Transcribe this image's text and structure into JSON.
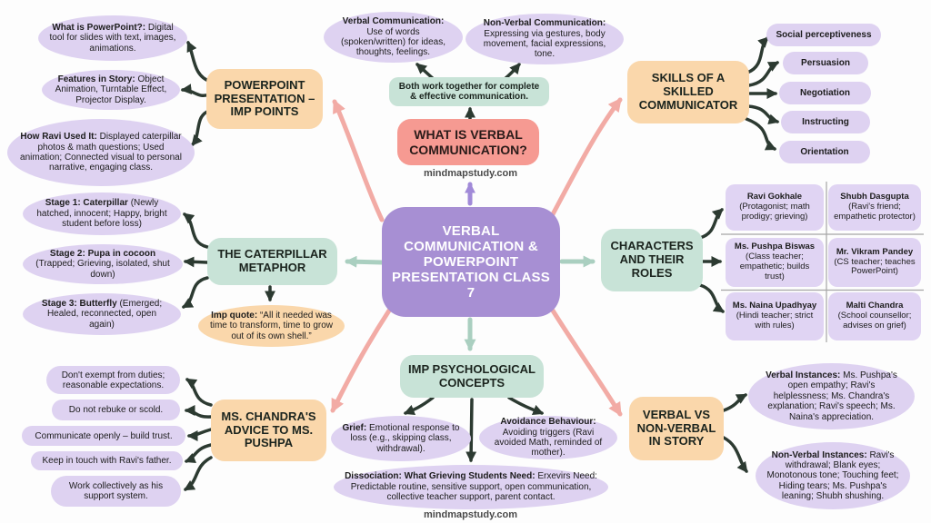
{
  "site": {
    "top": "mindmapstudy.com",
    "bottom": "mindmapstudy.com"
  },
  "center": {
    "title": "VERBAL COMMUNICATION & POWERPOINT PRESENTATION CLASS 7"
  },
  "top_center": {
    "header": "WHAT IS VERBAL COMMUNICATION?",
    "note": "Both work together for complete & effective communication.",
    "verbal": {
      "title": "Verbal Communication:",
      "body": "Use of words (spoken/written) for ideas, thoughts, feelings."
    },
    "nonverbal": {
      "title": "Non-Verbal Communication:",
      "body": "Expressing via gestures, body movement, facial expressions, tone."
    }
  },
  "powerpoint": {
    "header": "POWERPOINT PRESENTATION – IMP POINTS",
    "items": [
      {
        "title": "What is PowerPoint?:",
        "body": "Digital tool for slides with text, images, animations."
      },
      {
        "title": "Features in Story:",
        "body": "Object Animation, Turntable Effect, Projector Display."
      },
      {
        "title": "How Ravi Used It:",
        "body": "Displayed caterpillar photos & math questions; Used animation; Connected visual to personal narrative, engaging class."
      }
    ]
  },
  "skills": {
    "header": "SKILLS OF A SKILLED COMMUNICATOR",
    "items": [
      "Social perceptiveness",
      "Persuasion",
      "Negotiation",
      "Instructing",
      "Orientation"
    ]
  },
  "caterpillar": {
    "header": "THE CATERPILLAR METAPHOR",
    "items": [
      {
        "title": "Stage 1: Caterpillar",
        "body": "(Newly hatched, innocent; Happy, bright student before loss)"
      },
      {
        "title": "Stage 2: Pupa in cocoon",
        "body": "(Trapped; Grieving, isolated, shut down)"
      },
      {
        "title": "Stage 3: Butterfly",
        "body": "(Emerged; Healed, reconnected, open again)"
      }
    ],
    "quote": {
      "title": "Imp quote:",
      "body": "“All it needed was time to transform, time to grow out of its own shell.”"
    }
  },
  "characters": {
    "header": "CHARACTERS AND THEIR ROLES",
    "cells": [
      {
        "name": "Ravi Gokhale",
        "role": "(Protagonist; math prodigy; grieving)"
      },
      {
        "name": "Shubh Dasgupta",
        "role": "(Ravi's friend; empathetic protector)"
      },
      {
        "name": "Ms. Pushpa Biswas",
        "role": "(Class teacher; empathetic; builds trust)"
      },
      {
        "name": "Mr. Vikram Pandey",
        "role": "(CS teacher; teaches PowerPoint)"
      },
      {
        "name": "Ms. Naina Upadhyay",
        "role": "(Hindi teacher; strict with rules)"
      },
      {
        "name": "Malti Chandra",
        "role": "(School counsellor; advises on grief)"
      }
    ]
  },
  "advice": {
    "header": "MS. CHANDRA'S ADVICE TO MS. PUSHPA",
    "items": [
      "Don't exempt from duties; reasonable expectations.",
      "Do not rebuke or scold.",
      "Communicate openly – build trust.",
      "Keep in touch with Ravi's father.",
      "Work collectively as his support system."
    ]
  },
  "psych": {
    "header": "IMP PSYCHOLOGICAL CONCEPTS",
    "items": [
      {
        "title": "Grief:",
        "body": "Emotional response to loss (e.g., skipping class, withdrawal)."
      },
      {
        "title": "Avoidance Behaviour:",
        "body": "Avoiding triggers (Ravi avoided Math, reminded of mother)."
      },
      {
        "title": "Dissociation: What Grieving Students Need:",
        "body": "Erxevirs Need: Predictable routine, sensitive support, open communication, collective teacher support, parent contact."
      }
    ]
  },
  "verbal_vs": {
    "header": "VERBAL VS NON-VERBAL IN STORY",
    "items": [
      {
        "title": "Verbal Instances:",
        "body": "Ms. Pushpa's open empathy; Ravi's helplessness; Ms. Chandra's explanation; Ravi's speech; Ms. Naina's appreciation."
      },
      {
        "title": "Non-Verbal Instances:",
        "body": "Ravi's withdrawal; Blank eyes; Monotonous tone; Touching feet; Hiding tears; Ms. Pushpa's leaning; Shubh shushing."
      }
    ]
  },
  "colors": {
    "lavender": "#ded2f1",
    "peach": "#fad7ab",
    "mint": "#c8e3d7",
    "salmon": "#f69a92",
    "center_purple": "#a78fd3",
    "arrow_dark": "#2c3a31",
    "arrow_pink": "#f2aba5",
    "arrow_mint": "#aacfc0",
    "arrow_purple": "#a18ad8"
  }
}
